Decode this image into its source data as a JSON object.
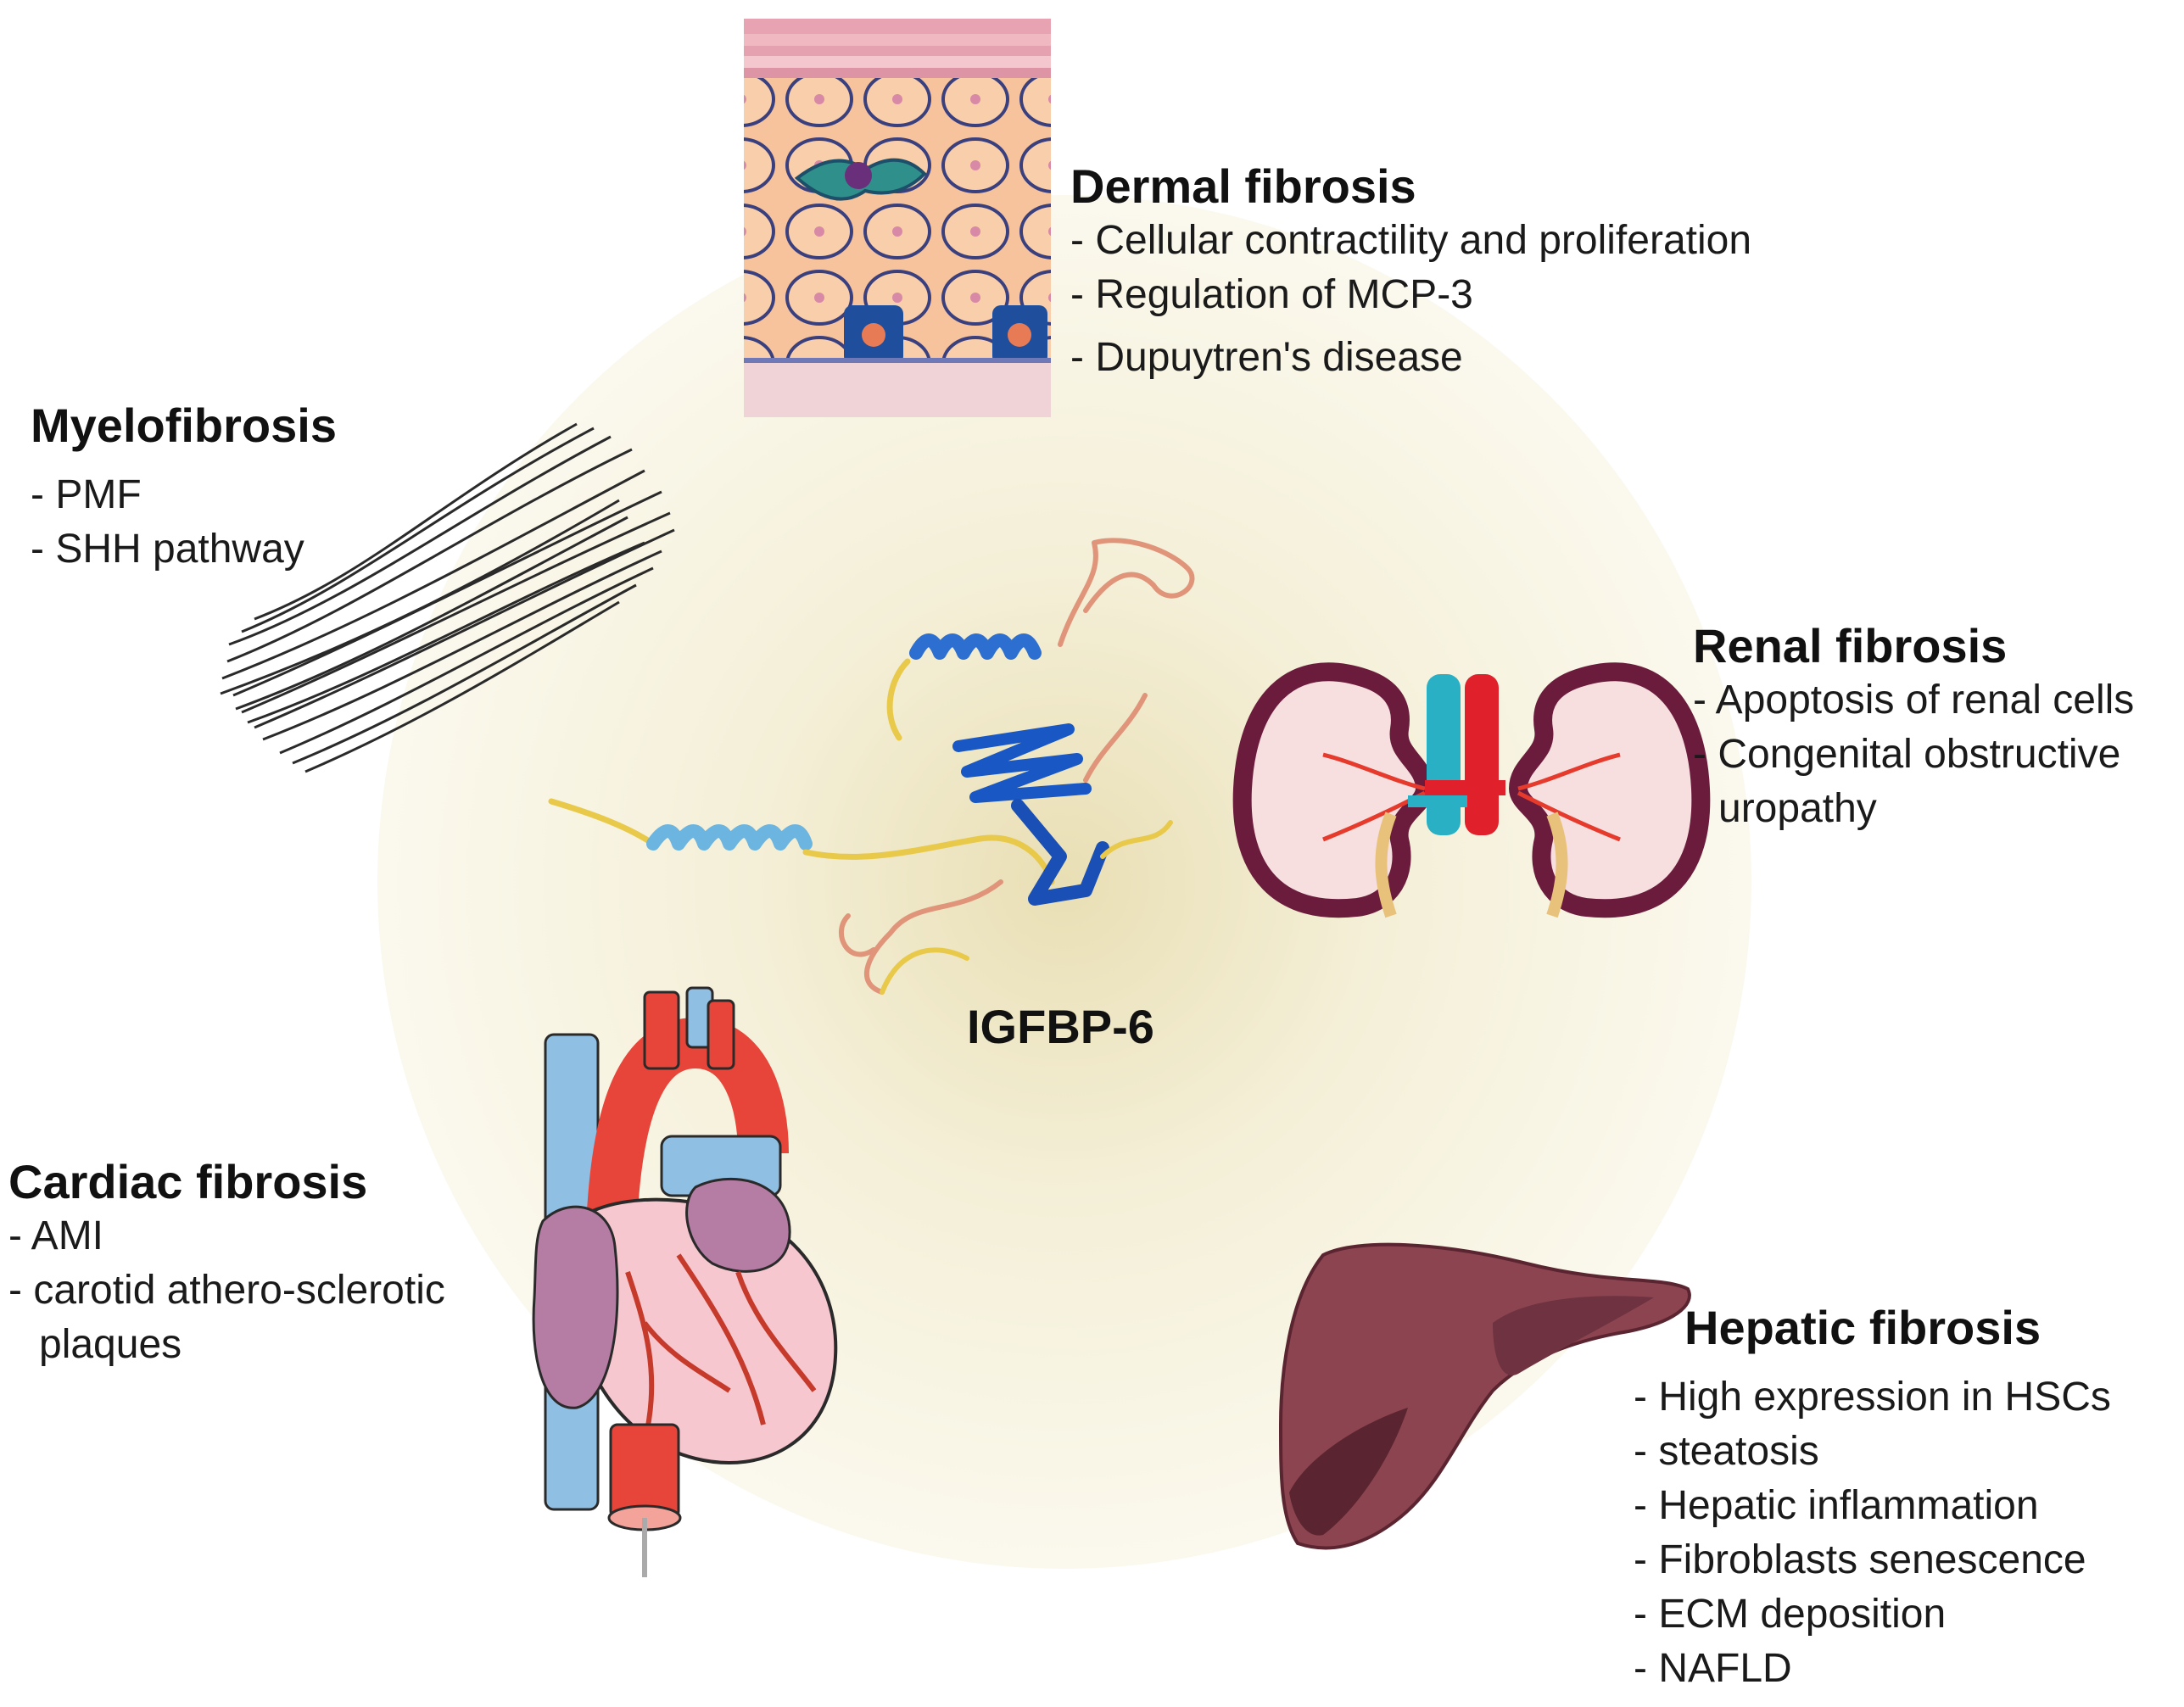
{
  "center": {
    "label": "IGFBP-6"
  },
  "sections": {
    "dermal": {
      "title": "Dermal fibrosis",
      "items": [
        "Cellular contractility and proliferation",
        "Regulation of MCP-3",
        "Dupuytren's disease"
      ]
    },
    "myelo": {
      "title": "Myelofibrosis",
      "items": [
        "PMF",
        "SHH pathway"
      ]
    },
    "renal": {
      "title": "Renal fibrosis",
      "items": [
        "Apoptosis of renal cells",
        "Congenital obstructive uropathy"
      ]
    },
    "cardiac": {
      "title": "Cardiac fibrosis",
      "items": [
        "AMI",
        "carotid athero-sclerotic plaques"
      ]
    },
    "hepatic": {
      "title": "Hepatic fibrosis",
      "items": [
        "High expression in HSCs",
        "steatosis",
        "Hepatic inflammation",
        "Fibroblasts senescence",
        "ECM deposition",
        "NAFLD"
      ]
    }
  },
  "icons": {
    "skin": "skin-tissue-icon",
    "fibers": "fiber-bundle-icon",
    "protein": "protein-structure-icon",
    "kidney": "kidney-icon",
    "heart": "heart-icon",
    "liver": "liver-icon"
  },
  "colors": {
    "glow": "#f5f0d6",
    "artery": "#e53a2c",
    "vein": "#7fb2d9",
    "kidney_outer": "#6b1c3c",
    "liver": "#8c4450",
    "heart_wall": "#f6c7cf",
    "skin_cell": "#f6c39c",
    "protein_blue": "#1957c4",
    "protein_yellow": "#e8c94a",
    "protein_orange": "#e0947a"
  }
}
